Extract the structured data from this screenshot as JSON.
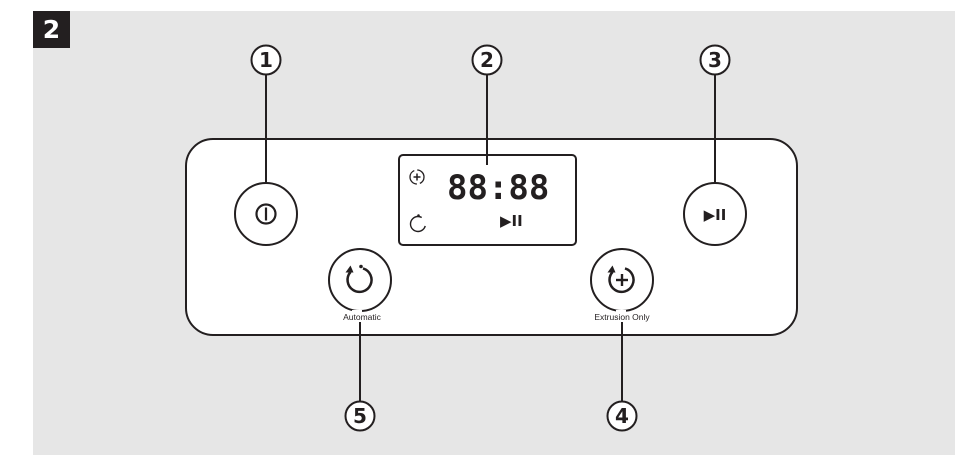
{
  "step_number": "2",
  "display": {
    "digits": "88:88",
    "extrusion_indicator": "extrusion-plus-icon",
    "auto_indicator": "circular-arrow-icon",
    "play_pause_symbol": "▶II"
  },
  "buttons": {
    "power": {
      "icon": "power-icon"
    },
    "start_pause": {
      "icon": "play-pause-icon",
      "symbol": "▶II"
    },
    "automatic": {
      "icon": "circular-arrow-icon",
      "caption": "Automatic"
    },
    "extrusion_only": {
      "icon": "extrusion-plus-icon",
      "caption": "Extrusion Only"
    }
  },
  "callouts": {
    "power": "1",
    "display": "2",
    "start_pause": "3",
    "extrusion_only": "4",
    "automatic": "5"
  },
  "colors": {
    "ink": "#231f20",
    "backdrop": "#e6e6e6",
    "panel": "#ffffff"
  }
}
